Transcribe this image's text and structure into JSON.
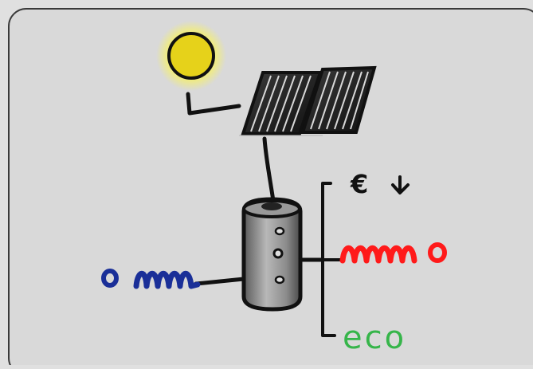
{
  "diagram": {
    "labels": {
      "cost": "€",
      "cold_water": "o",
      "hot_water": "o",
      "eco": "eco"
    },
    "colors": {
      "background": "#d9d9d9",
      "border": "#3a3a3a",
      "sun": "#e6d21a",
      "sun_glow": "#f4ef70",
      "cold": "#1a2f98",
      "hot": "#ff1a1a",
      "eco": "#36b54a",
      "line": "#1a1a1a",
      "tank": "#7a7a7a"
    },
    "icons": [
      "sun-icon",
      "solar-panel-icon",
      "water-tank-icon",
      "down-arrow-icon"
    ]
  }
}
